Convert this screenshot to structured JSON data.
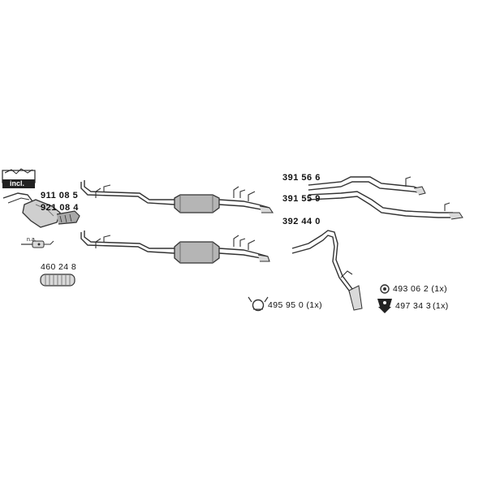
{
  "left_group": {
    "incl_label": "incl.",
    "part_a": "911 08 5",
    "part_b": "921 08 4",
    "na_label": "n.a.",
    "flex_pipe_part": "460 24 8"
  },
  "right_group": {
    "tailpipe_a": "391 56 6",
    "tailpipe_b": "391 55 9",
    "tailpipe_c": "392 44 0"
  },
  "accessories": {
    "clamp": "495 95 0 (1x)",
    "ring": "493 06 2 (1x)",
    "mount": "497 34 3",
    "mount_qty": "(1x)"
  },
  "colors": {
    "stroke": "#333333",
    "fill_light": "#d9d9d9",
    "fill_mid": "#a8a8a8",
    "box_dark": "#222222"
  },
  "icons": {
    "incl_box": "kit-box-icon",
    "clamp": "clamp-icon",
    "ring": "seal-ring-icon",
    "mount": "rubber-mount-icon"
  }
}
